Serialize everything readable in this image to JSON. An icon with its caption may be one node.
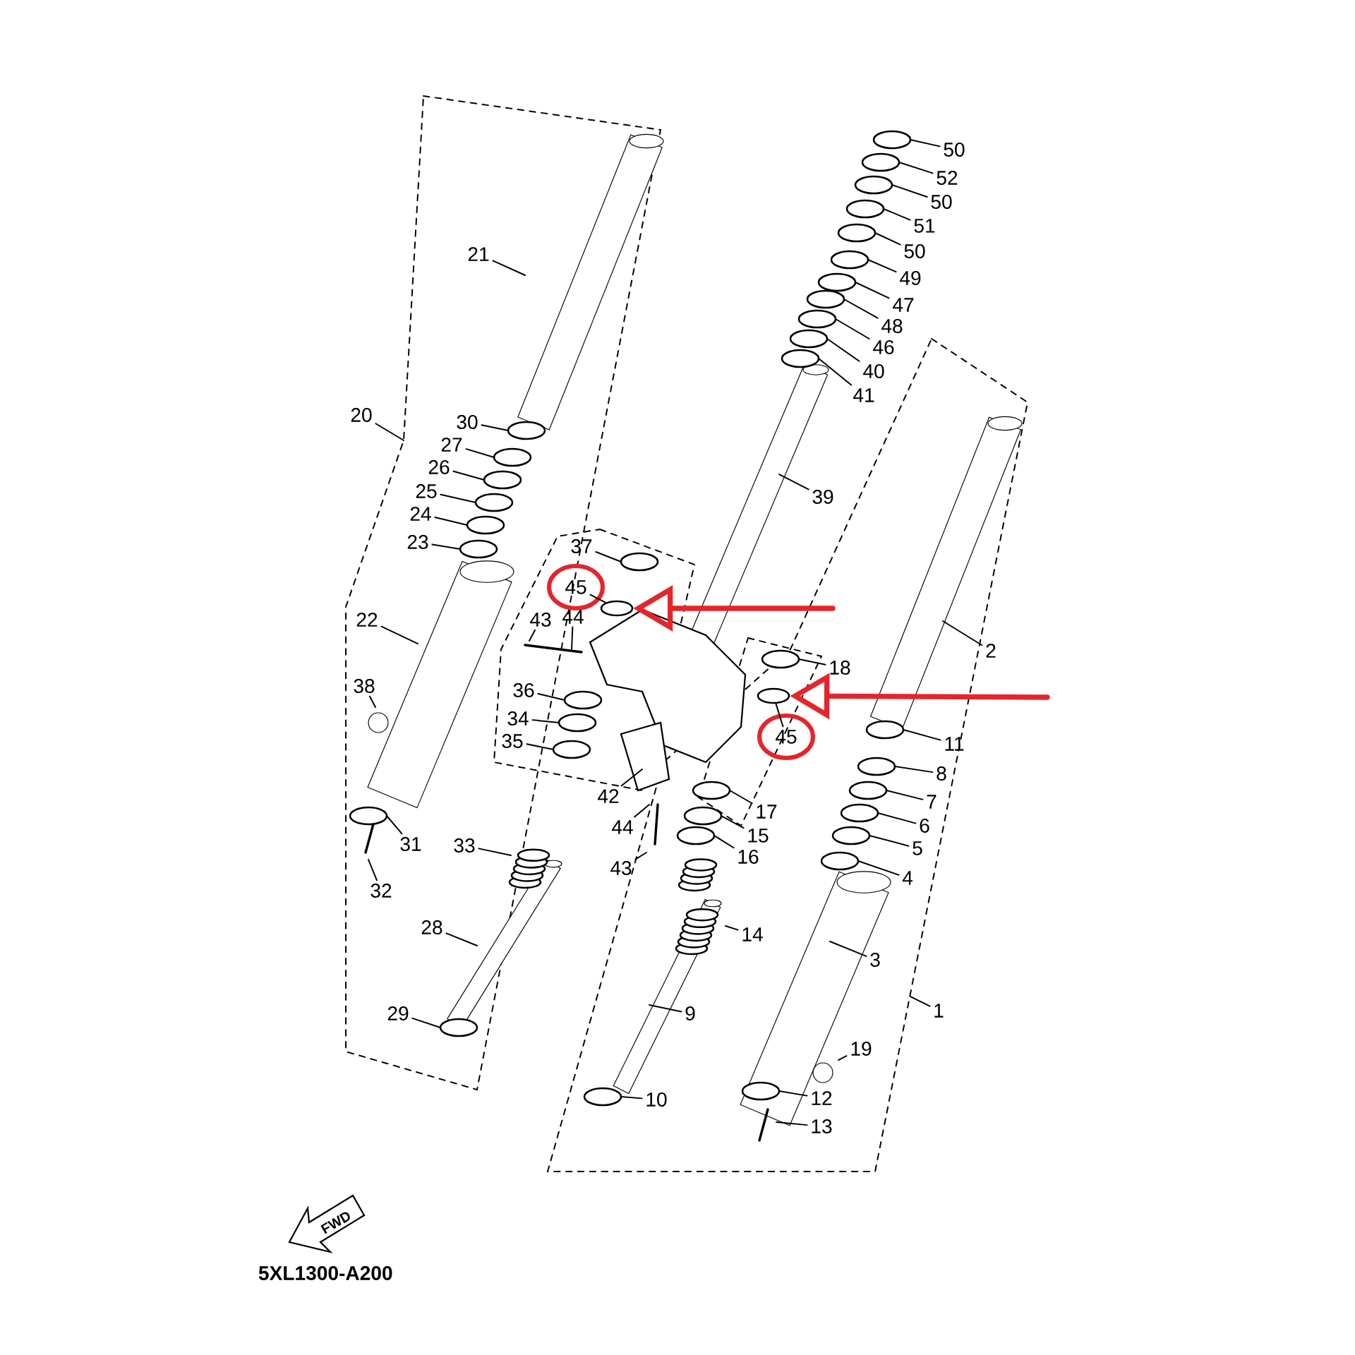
{
  "diagram": {
    "nodes": [
      {
        "text": [
          "50"
        ]
      },
      {
        "text": [
          "52"
        ]
      },
      {
        "text": [
          "50"
        ]
      },
      {
        "text": [
          "51"
        ]
      },
      {
        "text": [
          "50"
        ]
      },
      {
        "text": [
          "21"
        ]
      },
      {
        "text": [
          "49"
        ]
      },
      {
        "text": [
          "47"
        ]
      },
      {
        "text": [
          "48"
        ]
      },
      {
        "text": [
          "46"
        ]
      },
      {
        "text": [
          "40"
        ]
      },
      {
        "text": [
          "41"
        ]
      },
      {
        "text": [
          "20"
        ]
      },
      {
        "text": [
          "30"
        ]
      },
      {
        "text": [
          "27"
        ]
      },
      {
        "text": [
          "26"
        ]
      },
      {
        "text": [
          "25"
        ]
      },
      {
        "text": [
          "39"
        ]
      },
      {
        "text": [
          "24"
        ]
      },
      {
        "text": [
          "23"
        ]
      },
      {
        "text": [
          "37"
        ]
      },
      {
        "text": [
          "45"
        ]
      },
      {
        "text": [
          "44"
        ]
      },
      {
        "text": [
          "43"
        ]
      },
      {
        "text": [
          "22"
        ]
      },
      {
        "text": [
          "2"
        ]
      },
      {
        "text": [
          "18"
        ]
      },
      {
        "text": [
          "38"
        ]
      },
      {
        "text": [
          "36"
        ]
      },
      {
        "text": [
          "34"
        ]
      },
      {
        "text": [
          "45"
        ]
      },
      {
        "text": [
          "35"
        ]
      },
      {
        "text": [
          "11"
        ]
      },
      {
        "text": [
          "8"
        ]
      },
      {
        "text": [
          "42"
        ]
      },
      {
        "text": [
          "7"
        ]
      },
      {
        "text": [
          "17"
        ]
      },
      {
        "text": [
          "6"
        ]
      },
      {
        "text": [
          "44"
        ]
      },
      {
        "text": [
          "15"
        ]
      },
      {
        "text": [
          "31"
        ]
      },
      {
        "text": [
          "33"
        ]
      },
      {
        "text": [
          "5"
        ]
      },
      {
        "text": [
          "16"
        ]
      },
      {
        "text": [
          "43"
        ]
      },
      {
        "text": [
          "4"
        ]
      },
      {
        "text": [
          "32"
        ]
      },
      {
        "text": [
          "14"
        ]
      },
      {
        "text": [
          "28"
        ]
      },
      {
        "text": [
          "3"
        ]
      },
      {
        "text": [
          "1"
        ]
      },
      {
        "text": [
          "29"
        ]
      },
      {
        "text": [
          "9"
        ]
      },
      {
        "text": [
          "19"
        ]
      },
      {
        "text": [
          "12"
        ]
      },
      {
        "text": [
          "10"
        ]
      },
      {
        "text": [
          "13"
        ]
      },
      {
        "text": [],
        "shape": "circle"
      },
      {
        "text": [],
        "shape": "circle"
      }
    ],
    "edges": [
      {
        "from": 0,
        "to": null,
        "arrow": "none"
      },
      {
        "from": 1,
        "to": null,
        "arrow": "none"
      },
      {
        "from": 2,
        "to": null,
        "arrow": "none"
      },
      {
        "from": 3,
        "to": null,
        "arrow": "none"
      },
      {
        "from": 4,
        "to": null,
        "arrow": "none"
      },
      {
        "from": 5,
        "to": null,
        "arrow": "none"
      },
      {
        "from": 6,
        "to": null,
        "arrow": "none"
      },
      {
        "from": 7,
        "to": null,
        "arrow": "none"
      },
      {
        "from": 8,
        "to": null,
        "arrow": "none"
      },
      {
        "from": 9,
        "to": null,
        "arrow": "none"
      },
      {
        "from": 10,
        "to": null,
        "arrow": "none"
      },
      {
        "from": 11,
        "to": null,
        "arrow": "none"
      },
      {
        "from": 12,
        "to": null,
        "arrow": "none"
      },
      {
        "from": 13,
        "to": null,
        "arrow": "none"
      },
      {
        "from": 14,
        "to": null,
        "arrow": "none"
      },
      {
        "from": 15,
        "to": null,
        "arrow": "none"
      },
      {
        "from": 16,
        "to": null,
        "arrow": "none"
      },
      {
        "from": 17,
        "to": null,
        "arrow": "none"
      },
      {
        "from": 18,
        "to": null,
        "arrow": "none"
      },
      {
        "from": 19,
        "to": null,
        "arrow": "none"
      },
      {
        "from": 20,
        "to": null,
        "arrow": "none"
      },
      {
        "from": 21,
        "to": 57,
        "arrow": "none"
      },
      {
        "from": 22,
        "to": null,
        "arrow": "none"
      },
      {
        "from": 23,
        "to": null,
        "arrow": "none"
      },
      {
        "from": 24,
        "to": null,
        "arrow": "none"
      },
      {
        "from": 25,
        "to": null,
        "arrow": "none"
      },
      {
        "from": 26,
        "to": null,
        "arrow": "none"
      },
      {
        "from": 27,
        "to": null,
        "arrow": "none"
      },
      {
        "from": 28,
        "to": null,
        "arrow": "none"
      },
      {
        "from": 29,
        "to": null,
        "arrow": "none"
      },
      {
        "from": 30,
        "to": 58,
        "arrow": "none"
      },
      {
        "from": 31,
        "to": null,
        "arrow": "none"
      },
      {
        "from": 32,
        "to": null,
        "arrow": "none"
      },
      {
        "from": 33,
        "to": null,
        "arrow": "none"
      },
      {
        "from": 34,
        "to": null,
        "arrow": "none"
      },
      {
        "from": 35,
        "to": null,
        "arrow": "none"
      },
      {
        "from": 36,
        "to": null,
        "arrow": "none"
      },
      {
        "from": 37,
        "to": null,
        "arrow": "none"
      },
      {
        "from": 38,
        "to": null,
        "arrow": "none"
      },
      {
        "from": 39,
        "to": null,
        "arrow": "none"
      },
      {
        "from": 40,
        "to": null,
        "arrow": "none"
      },
      {
        "from": 41,
        "to": null,
        "arrow": "none"
      },
      {
        "from": 42,
        "to": null,
        "arrow": "none"
      },
      {
        "from": 43,
        "to": null,
        "arrow": "none"
      },
      {
        "from": 44,
        "to": null,
        "arrow": "none"
      },
      {
        "from": 45,
        "to": null,
        "arrow": "none"
      },
      {
        "from": 46,
        "to": null,
        "arrow": "none"
      },
      {
        "from": 47,
        "to": null,
        "arrow": "none"
      },
      {
        "from": 48,
        "to": null,
        "arrow": "none"
      },
      {
        "from": 49,
        "to": null,
        "arrow": "none"
      },
      {
        "from": 50,
        "to": null,
        "arrow": "none"
      },
      {
        "from": 51,
        "to": null,
        "arrow": "none"
      },
      {
        "from": 52,
        "to": null,
        "arrow": "none"
      },
      {
        "from": 53,
        "to": null,
        "arrow": "none"
      },
      {
        "from": 54,
        "to": null,
        "arrow": "none"
      },
      {
        "from": 55,
        "to": null,
        "arrow": "none"
      },
      {
        "from": 56,
        "to": null,
        "arrow": "none"
      },
      {
        "from": null,
        "to": 57,
        "arrow": "to",
        "style": "thick",
        "color": "#e3262b"
      },
      {
        "from": null,
        "to": 58,
        "arrow": "to",
        "style": "thick",
        "color": "#e3262b"
      }
    ],
    "labels": [
      "FWD",
      "5XL1300-A200"
    ]
  }
}
